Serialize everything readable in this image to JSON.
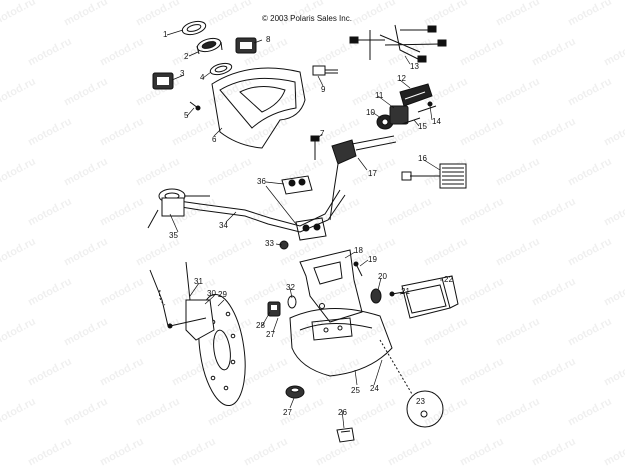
{
  "copyright": "© 2003 Polaris Sales Inc.",
  "watermark": "motod.ru",
  "callouts": [
    "1",
    "2",
    "3",
    "4",
    "5",
    "6",
    "7",
    "8",
    "9",
    "10",
    "11",
    "12",
    "13",
    "14",
    "15",
    "16",
    "17",
    "18",
    "19",
    "20",
    "21",
    "22",
    "23",
    "24",
    "25",
    "26",
    "27",
    "27",
    "28",
    "29",
    "30",
    "31",
    "32",
    "33",
    "34",
    "35",
    "36"
  ]
}
